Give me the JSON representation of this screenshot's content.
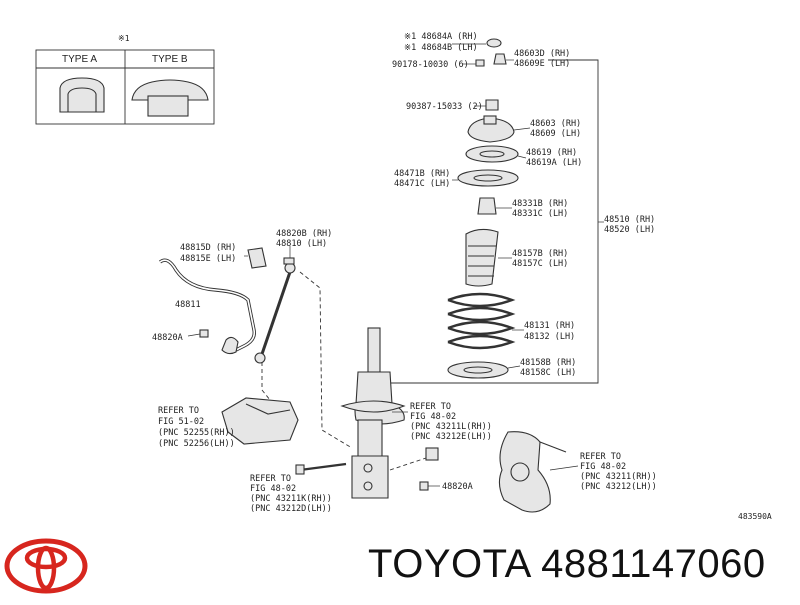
{
  "header": {
    "note": "※1",
    "type_a": "TYPE A",
    "type_b": "TYPE B"
  },
  "labels": {
    "p48684a": "※1 48684A (RH)",
    "p48684b": "※1 48684B (LH)",
    "p48603d": "48603D (RH)",
    "p48609e": "48609E (LH)",
    "p90178": "90178-10030 (6)",
    "p90387": "90387-15033 (2)",
    "p48603": "48603 (RH)",
    "p48609": "48609 (LH)",
    "p48619": "48619 (RH)",
    "p48619a": "48619A (LH)",
    "p48471b": "48471B (RH)",
    "p48471c": "48471C (LH)",
    "p48331b": "48331B (RH)",
    "p48331c": "48331C (LH)",
    "p48510": "48510 (RH)",
    "p48520": "48520 (LH)",
    "p48157b": "48157B (RH)",
    "p48157c": "48157C (LH)",
    "p48131": "48131 (RH)",
    "p48132": "48132 (LH)",
    "p48158b": "48158B (RH)",
    "p48158c": "48158C (LH)",
    "p48815d": "48815D (RH)",
    "p48815e": "48815E (LH)",
    "p48820b": "48820B (RH)",
    "p48810": "48810 (LH)",
    "p48811": "48811",
    "p48820a_left": "48820A",
    "p48820a_right": "48820A"
  },
  "refs": {
    "fig51": [
      "REFER TO",
      "FIG 51-02",
      "(PNC 52255(RH))",
      "(PNC 52256(LH))"
    ],
    "fig48_strut": [
      "REFER TO",
      "FIG 48-02",
      "(PNC 43211L(RH))",
      "(PNC 43212E(LH))"
    ],
    "fig48_knuckle": [
      "REFER TO",
      "FIG 48-02",
      "(PNC 43211(RH))",
      "(PNC 43212(LH))"
    ],
    "fig48_bolt": [
      "REFER TO",
      "FIG 48-02",
      "(PNC 43211K(RH))",
      "(PNC 43212D(LH))"
    ]
  },
  "diagram_id": "483590A",
  "brand": {
    "name": "TOYOTA",
    "part_number": "4881147060",
    "text": "TOYOTA 4881147060"
  },
  "colors": {
    "logo_red": "#d7261e",
    "line": "#333333"
  }
}
